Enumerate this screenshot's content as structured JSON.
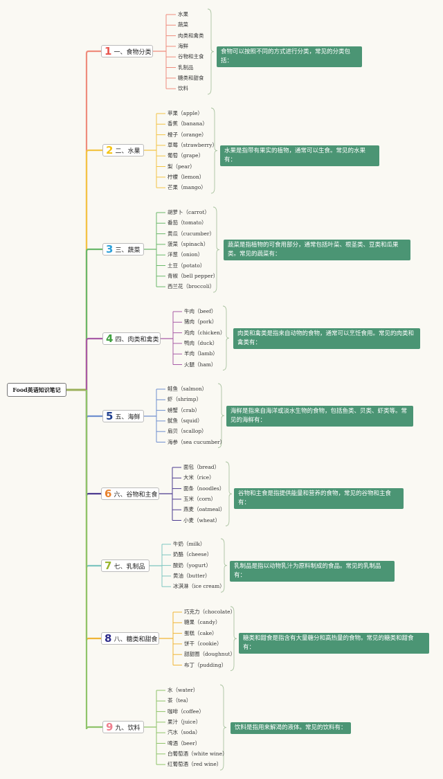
{
  "root": {
    "label": "Food英语知识笔记"
  },
  "branches": [
    {
      "number": "1",
      "title": "一、食物分类",
      "color": "#e8574f",
      "line_color": "#ef8c7c",
      "note": "食物可以按照不同的方式进行分类，常见的分类包括：",
      "items": [
        "水果",
        "蔬菜",
        "肉类和禽类",
        "海鲜",
        "谷物和主食",
        "乳制品",
        "糖类和甜食",
        "饮料"
      ]
    },
    {
      "number": "2",
      "title": "二、水果",
      "color": "#f5c417",
      "line_color": "#f3c444",
      "note": "水果是指带有果实的植物，通常可以生食。常见的水果有：",
      "items": [
        "苹果（apple）",
        "香蕉（banana）",
        "橙子（orange）",
        "草莓（strawberry）",
        "葡萄（grape）",
        "梨（pear）",
        "柠檬（lemon）",
        "芒果（mango）"
      ]
    },
    {
      "number": "3",
      "title": "三、蔬菜",
      "color": "#2ea1d9",
      "line_color": "#69b86a",
      "note": "蔬菜是指植物的可食用部分，通常包括叶菜、根茎类、豆类和瓜果类。常见的蔬菜有：",
      "items": [
        "胡萝卜（carrot）",
        "番茄（tomato）",
        "黄瓜（cucumber）",
        "菠菜（spinach）",
        "洋葱（onion）",
        "土豆（potato）",
        "青椒（bell pepper）",
        "西兰花（broccoli）"
      ]
    },
    {
      "number": "4",
      "title": "四、肉类和禽类",
      "color": "#3fa03f",
      "line_color": "#a85ba6",
      "note": "肉类和禽类是指来自动物的食物，通常可以烹饪食用。常见的肉类和禽类有：",
      "items": [
        "牛肉（beef）",
        "猪肉（pork）",
        "鸡肉（chicken）",
        "鸭肉（duck）",
        "羊肉（lamb）",
        "火腿（ham）"
      ]
    },
    {
      "number": "5",
      "title": "五、海鲜",
      "color": "#1f3f8f",
      "line_color": "#6f8fcf",
      "note": "海鲜是指来自海洋或淡水生物的食物，包括鱼类、贝类、虾类等。常见的海鲜有：",
      "items": [
        "鲑鱼（salmon）",
        "虾（shrimp）",
        "螃蟹（crab）",
        "鱿鱼（squid）",
        "扇贝（scallop）",
        "海参（sea cucumber）"
      ]
    },
    {
      "number": "6",
      "title": "六、谷物和主食",
      "color": "#e8812b",
      "line_color": "#4b3a8f",
      "note": "谷物和主食是指提供能量和营养的食物，常见的谷物和主食有：",
      "items": [
        "面包（bread）",
        "大米（rice）",
        "面条（noodles）",
        "玉米（corn）",
        "燕麦（oatmeal）",
        "小麦（wheat）"
      ]
    },
    {
      "number": "7",
      "title": "七、乳制品",
      "color": "#9ab52f",
      "line_color": "#7dc6c0",
      "note": "乳制品是指以动物乳汁为原料制成的食品。常见的乳制品有：",
      "items": [
        "牛奶（milk）",
        "奶酪（cheese）",
        "酸奶（yogurt）",
        "黄油（butter）",
        "冰淇淋（ice cream）"
      ]
    },
    {
      "number": "8",
      "title": "八、糖类和甜食",
      "color": "#2d2b8a",
      "line_color": "#f0b535",
      "note": "糖类和甜食是指含有大量糖分和高热量的食物。常见的糖类和甜食有：",
      "items": [
        "巧克力（chocolate）",
        "糖果（candy）",
        "蛋糕（cake）",
        "饼干（cookie）",
        "甜甜圈（doughnut）",
        "布丁（pudding）"
      ]
    },
    {
      "number": "9",
      "title": "九、饮料",
      "color": "#ef7f8e",
      "line_color": "#8fc46a",
      "note": "饮料是指用来解渴的液体。常见的饮料有：",
      "items": [
        "水（water）",
        "茶（tea）",
        "咖啡（coffee）",
        "果汁（juice）",
        "汽水（soda）",
        "啤酒（beer）",
        "白葡萄酒（white wine）",
        "红葡萄酒（red wine）"
      ]
    }
  ]
}
